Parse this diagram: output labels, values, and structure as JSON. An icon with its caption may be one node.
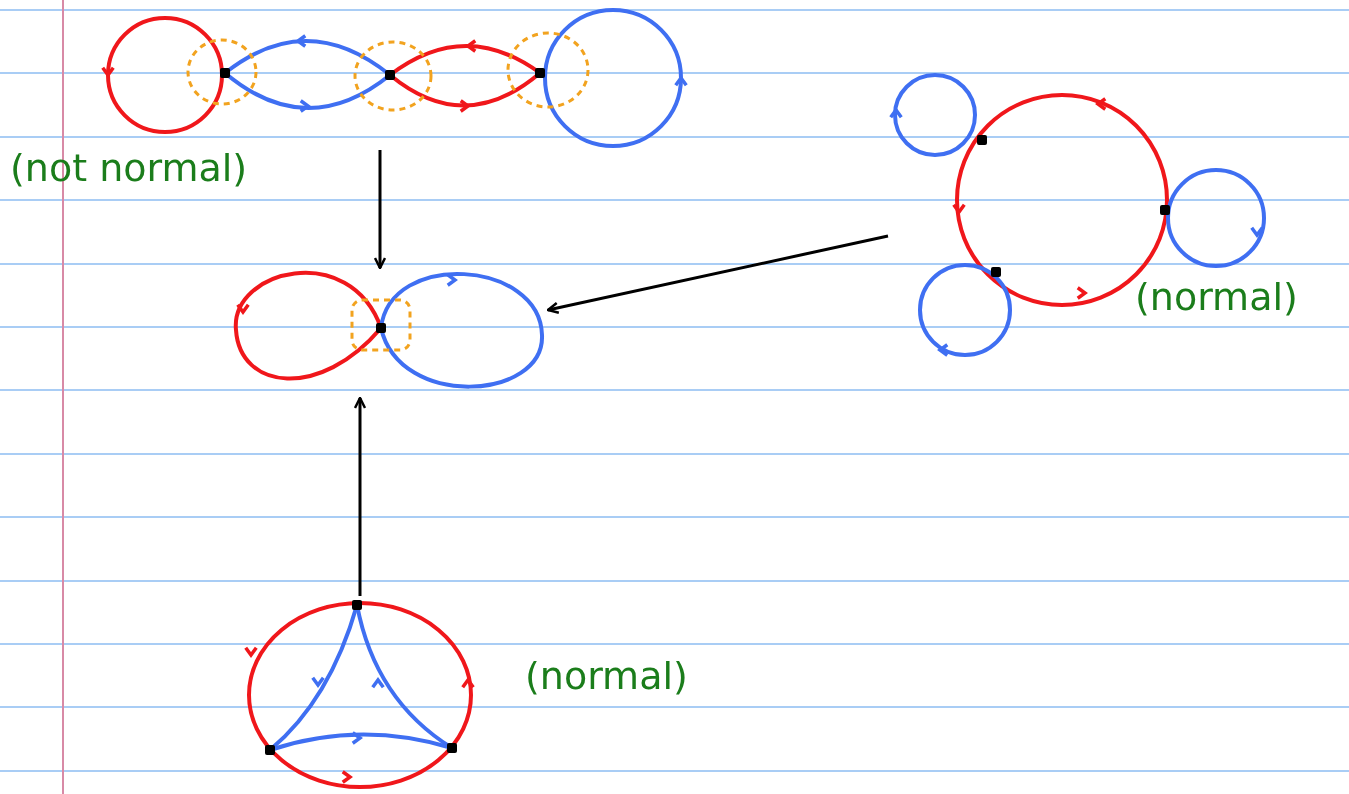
{
  "diagram": {
    "nodes": [
      {
        "text": [],
        "shape": "picture",
        "beside": [
          "(not normal)"
        ]
      },
      {
        "text": [],
        "shape": "picture"
      },
      {
        "text": [
          "(normal)"
        ]
      },
      {
        "text": [],
        "shape": "picture",
        "beside": [
          "(normal)"
        ]
      }
    ],
    "edges": [
      {
        "from": 0,
        "to": 1,
        "arrow": "to"
      },
      {
        "from": 2,
        "to": 1,
        "arrow": "to"
      },
      {
        "from": 3,
        "to": 1,
        "arrow": "to"
      }
    ]
  }
}
